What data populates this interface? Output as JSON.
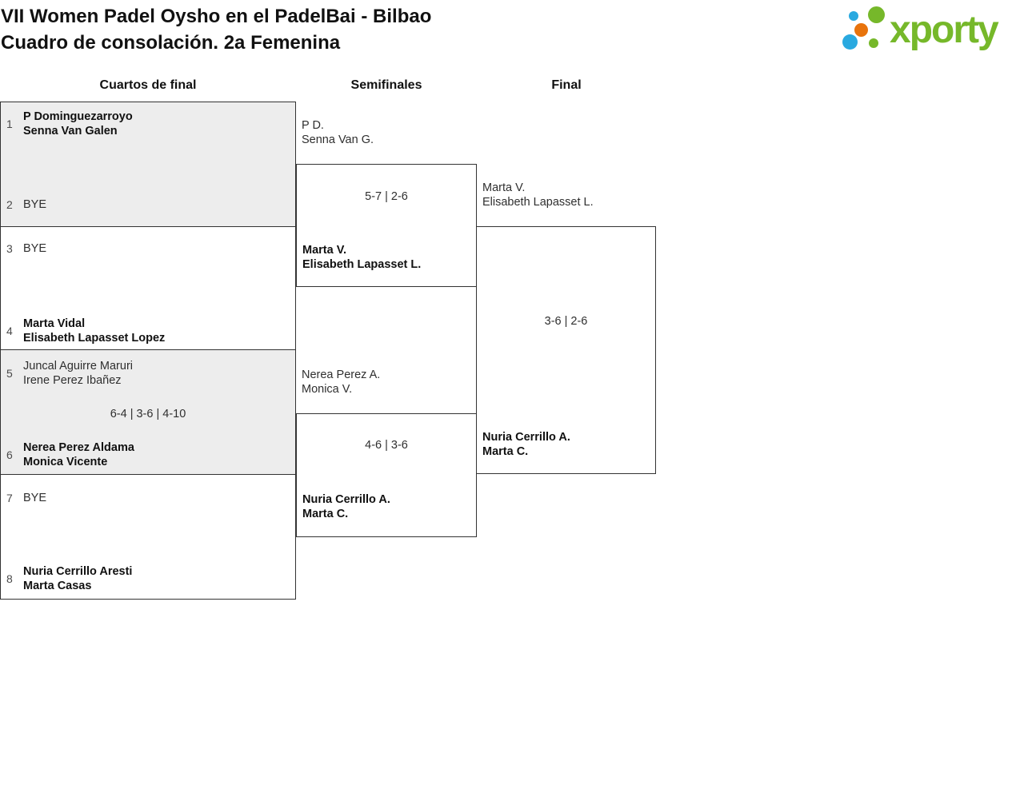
{
  "header": {
    "title_line1": "VII Women Padel Oysho en el PadelBai - Bilbao",
    "title_line2": "Cuadro de consolación. 2a Femenina"
  },
  "logo": {
    "text": "xporty",
    "colors": {
      "green": "#76b82a",
      "blue": "#29a9e0",
      "orange": "#e8730c"
    }
  },
  "colors": {
    "line": "#333333",
    "shade": "#ededed"
  },
  "round_headers": {
    "quarterfinals": "Cuartos de final",
    "semifinals": "Semifinales",
    "final": "Final"
  },
  "bracket": {
    "quarterfinals": [
      {
        "top_seed": "1",
        "top_name1": "P Dominguezarroyo",
        "top_name2": "Senna Van Galen",
        "bottom_seed": "2",
        "bottom_name1": "BYE"
      },
      {
        "top_seed": "3",
        "top_name1": "BYE",
        "bottom_seed": "4",
        "bottom_name1": "Marta Vidal",
        "bottom_name2": "Elisabeth Lapasset Lopez"
      },
      {
        "top_seed": "5",
        "top_name1": "Juncal Aguirre Maruri",
        "top_name2": "Irene Perez Ibañez",
        "score": "6-4 | 3-6 | 4-10",
        "bottom_seed": "6",
        "bottom_name1": "Nerea Perez Aldama",
        "bottom_name2": "Monica Vicente"
      },
      {
        "top_seed": "7",
        "top_name1": "BYE",
        "bottom_seed": "8",
        "bottom_name1": "Nuria Cerrillo Aresti",
        "bottom_name2": "Marta Casas"
      }
    ],
    "semifinals": [
      {
        "top_name1": "P D.",
        "top_name2": "Senna Van G.",
        "score": "5-7 | 2-6",
        "bottom_name1": "Marta V.",
        "bottom_name2": "Elisabeth Lapasset L."
      },
      {
        "top_name1": "Nerea Perez A.",
        "top_name2": "Monica V.",
        "score": "4-6 | 3-6",
        "bottom_name1": "Nuria Cerrillo A.",
        "bottom_name2": "Marta C."
      }
    ],
    "final": {
      "top_name1": "Marta V.",
      "top_name2": "Elisabeth Lapasset L.",
      "score": "3-6 | 2-6",
      "bottom_name1": "Nuria Cerrillo A.",
      "bottom_name2": "Marta C."
    }
  }
}
